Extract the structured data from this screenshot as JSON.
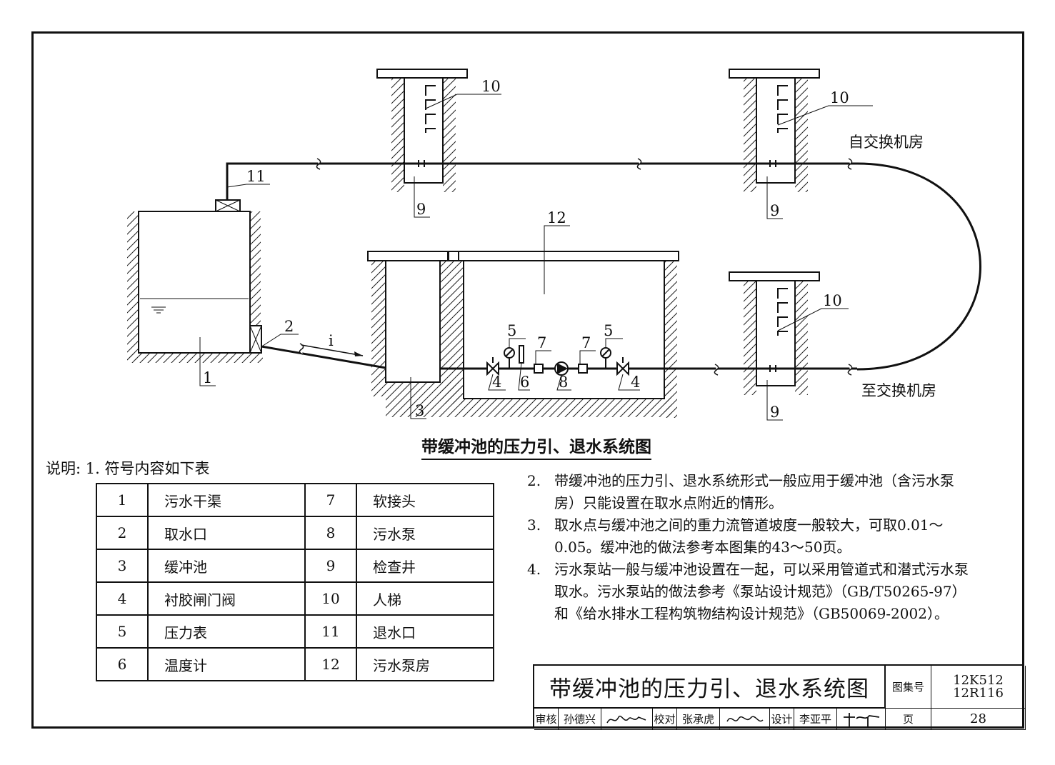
{
  "diagram": {
    "title": "带缓冲池的压力引、退水系统图",
    "places": {
      "from_exchange": "自交换机房",
      "to_exchange": "至交换机房"
    },
    "slope_symbol": "i",
    "callouts": [
      "1",
      "2",
      "3",
      "4",
      "4",
      "5",
      "5",
      "6",
      "7",
      "7",
      "8",
      "9",
      "9",
      "9",
      "10",
      "10",
      "10",
      "11",
      "12"
    ]
  },
  "notes": {
    "heading": "说明: 1. 符号内容如下表",
    "legend": [
      {
        "left_no": "1",
        "left_name": "污水干渠",
        "right_no": "7",
        "right_name": "软接头"
      },
      {
        "left_no": "2",
        "left_name": "取水口",
        "right_no": "8",
        "right_name": "污水泵"
      },
      {
        "left_no": "3",
        "left_name": "缓冲池",
        "right_no": "9",
        "right_name": "检查井"
      },
      {
        "left_no": "4",
        "left_name": "衬胶闸门阀",
        "right_no": "10",
        "right_name": "人梯"
      },
      {
        "left_no": "5",
        "left_name": "压力表",
        "right_no": "11",
        "right_name": "退水口"
      },
      {
        "left_no": "6",
        "left_name": "温度计",
        "right_no": "12",
        "right_name": "污水泵房"
      }
    ],
    "items": [
      {
        "num": "2.",
        "text": "带缓冲池的压力引、退水系统形式一般应用于缓冲池（含污水泵房）只能设置在取水点附近的情形。"
      },
      {
        "num": "3.",
        "text": "取水点与缓冲池之间的重力流管道坡度一般较大，可取0.01～0.05。缓冲池的做法参考本图集的43～50页。"
      },
      {
        "num": "4.",
        "text": "污水泵站一般与缓冲池设置在一起，可以采用管道式和潜式污水泵取水。污水泵站的做法参考《泵站设计规范》（GB/T50265-97）和《给水排水工程构筑物结构设计规范》（GB50069-2002）。"
      }
    ]
  },
  "title_block": {
    "title": "带缓冲池的压力引、退水系统图",
    "atlas_label": "图集号",
    "atlas_no_1": "12K512",
    "atlas_no_2": "12R116",
    "review_label": "审核",
    "reviewer": "孙德兴",
    "check_label": "校对",
    "checker": "张承虎",
    "design_label": "设计",
    "designer": "李亚平",
    "page_label": "页",
    "page_no": "28"
  }
}
